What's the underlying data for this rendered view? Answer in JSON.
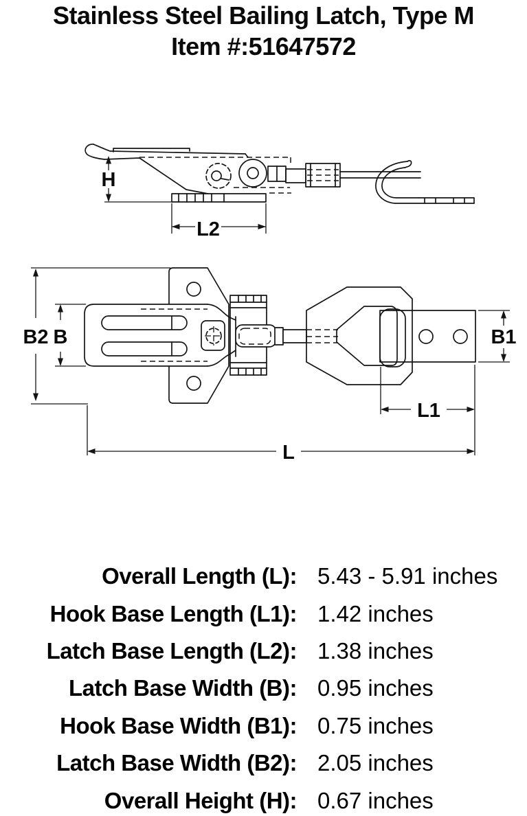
{
  "header": {
    "title": "Stainless Steel Bailing Latch, Type M",
    "item_line": "Item #:51647572"
  },
  "diagram": {
    "labels": {
      "h": "H",
      "l2": "L2",
      "b2": "B2",
      "b": "B",
      "b1": "B1",
      "l1": "L1",
      "l": "L"
    },
    "line_color": "#141414"
  },
  "specs": {
    "rows": [
      {
        "label": "Overall Length (L):",
        "value": "5.43 - 5.91 inches"
      },
      {
        "label": "Hook Base Length (L1):",
        "value": "1.42 inches"
      },
      {
        "label": "Latch Base Length (L2):",
        "value": "1.38 inches"
      },
      {
        "label": "Latch Base Width (B):",
        "value": "0.95 inches"
      },
      {
        "label": "Hook Base Width (B1):",
        "value": "0.75 inches"
      },
      {
        "label": "Latch Base Width (B2):",
        "value": "2.05 inches"
      },
      {
        "label": "Overall Height (H):",
        "value": "0.67 inches"
      }
    ]
  }
}
